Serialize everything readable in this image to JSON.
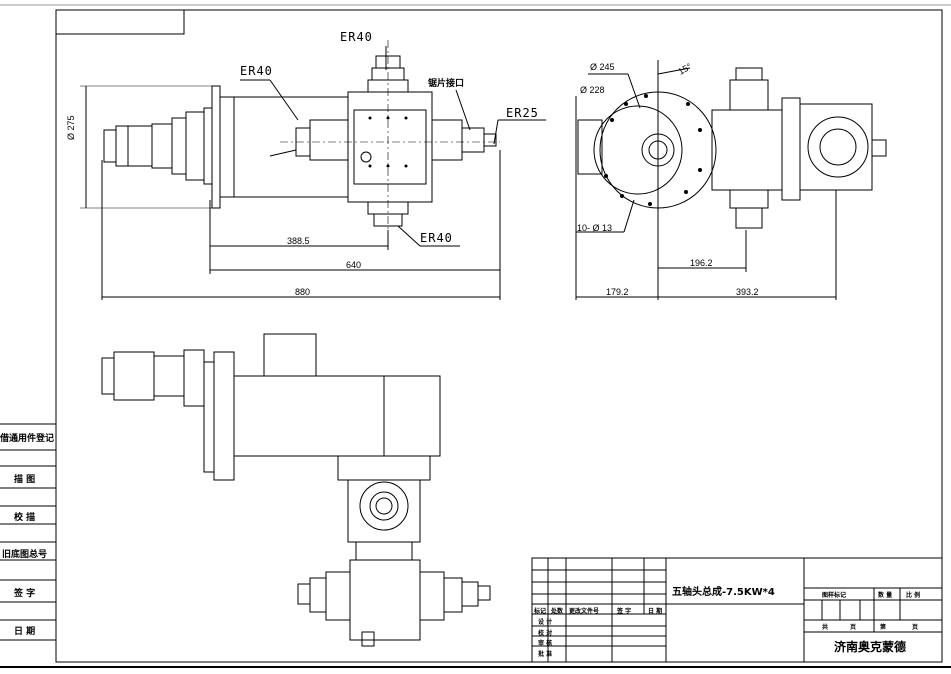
{
  "drawing": {
    "labels": {
      "er40_top": "ER40",
      "er40_left": "ER40",
      "er40_bottom": "ER40",
      "er25": "ER25",
      "saw_port": "锯片接口",
      "dia245": "Ø 245",
      "dia228": "Ø 228",
      "holes": "10- Ø 13",
      "angle": "15°",
      "dia275": "Ø 275"
    },
    "dimensions": {
      "d388": "388.5",
      "d640": "640",
      "d880": "880",
      "d196": "196.2",
      "d179": "179.2",
      "d393": "393.2"
    }
  },
  "side_table": {
    "rows": [
      "借通用件登记",
      "描 图",
      "校 描",
      "旧底图总号",
      "签 字",
      "日 期"
    ]
  },
  "title_block": {
    "title": "五轴头总成-7.5KW*4",
    "company": "济南奥克蒙德",
    "headers": [
      "标记",
      "处数",
      "更改文件号",
      "签 字",
      "日 期"
    ],
    "roles": [
      "设 计",
      "校 对",
      "审 核",
      "批 准"
    ],
    "right_headers": [
      "图样标记",
      "数 量",
      "比 例"
    ],
    "sheet": [
      "共",
      "页",
      "第",
      "页"
    ]
  }
}
